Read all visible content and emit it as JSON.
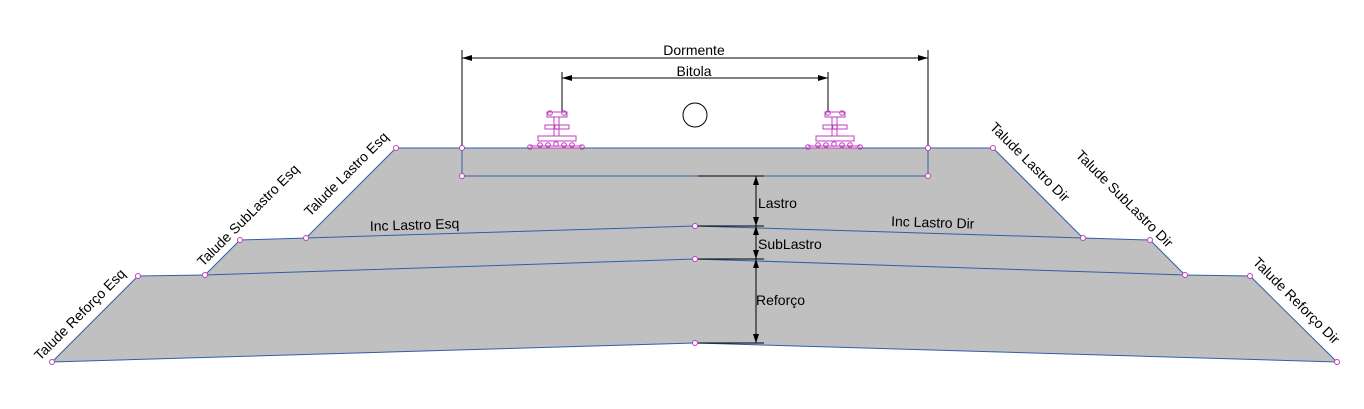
{
  "colors": {
    "fill": "#c0c0c0",
    "edge": "#2f5fa8",
    "node": "#c03cc0",
    "dimension": "#000000"
  },
  "labels": {
    "dormente": "Dormente",
    "bitola": "Bitola",
    "lastro": "Lastro",
    "sublastro": "SubLastro",
    "reforco": "Reforço",
    "inc_lastro_esq": "Inc Lastro Esq",
    "inc_lastro_dir": "Inc Lastro Dir",
    "talude_lastro_esq": "Talude Lastro Esq",
    "talude_sublastro_esq": "Talude SubLastro Esq",
    "talude_reforco_esq": "Talude Reforço Esq",
    "talude_lastro_dir": "Talude Lastro Dir",
    "talude_sublastro_dir": "Talude SubLastro Dir",
    "talude_reforco_dir": "Talude Reforço Dir"
  }
}
